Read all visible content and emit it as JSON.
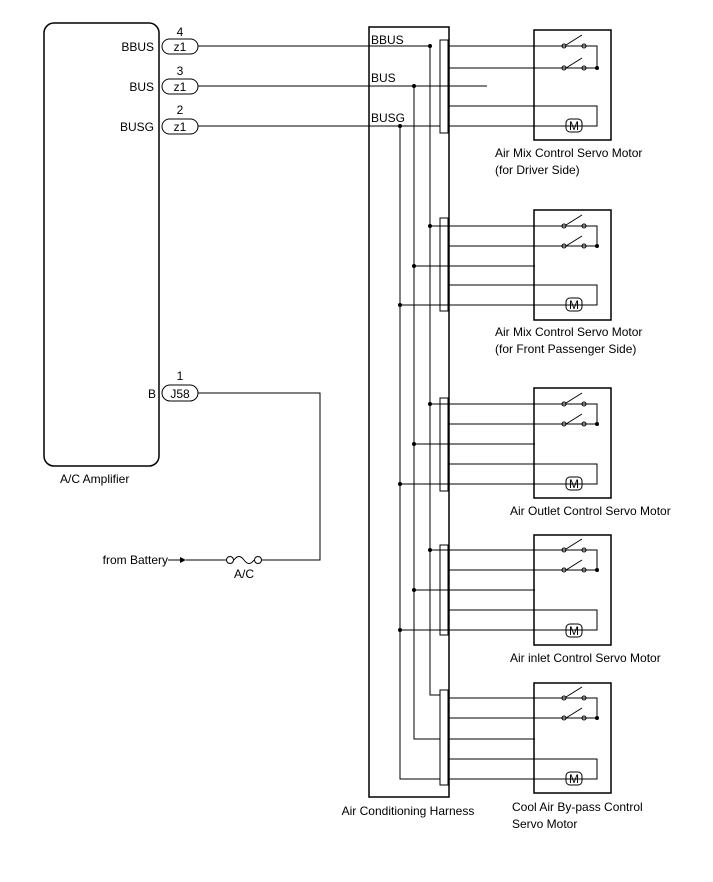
{
  "amplifier": {
    "label": "A/C Amplifier",
    "pins": [
      {
        "name": "BBUS",
        "number": "4",
        "connector": "z1"
      },
      {
        "name": "BUS",
        "number": "3",
        "connector": "z1"
      },
      {
        "name": "BUSG",
        "number": "2",
        "connector": "z1"
      },
      {
        "name": "B",
        "number": "1",
        "connector": "J58"
      }
    ]
  },
  "harness": {
    "label": "Air Conditioning Harness",
    "buses": [
      "BBUS",
      "BUS",
      "BUSG"
    ]
  },
  "power": {
    "source": "from Battery",
    "fuse": "A/C"
  },
  "motors": [
    {
      "line1": "Air Mix Control Servo Motor",
      "line2": "(for Driver Side)"
    },
    {
      "line1": "Air Mix Control Servo Motor",
      "line2": "(for Front Passenger Side)"
    },
    {
      "line1": "Air Outlet Control Servo Motor",
      "line2": ""
    },
    {
      "line1": "Air inlet Control Servo Motor",
      "line2": ""
    },
    {
      "line1": "Cool Air By-pass Control",
      "line2": "Servo Motor"
    }
  ],
  "motor_symbol": "M"
}
